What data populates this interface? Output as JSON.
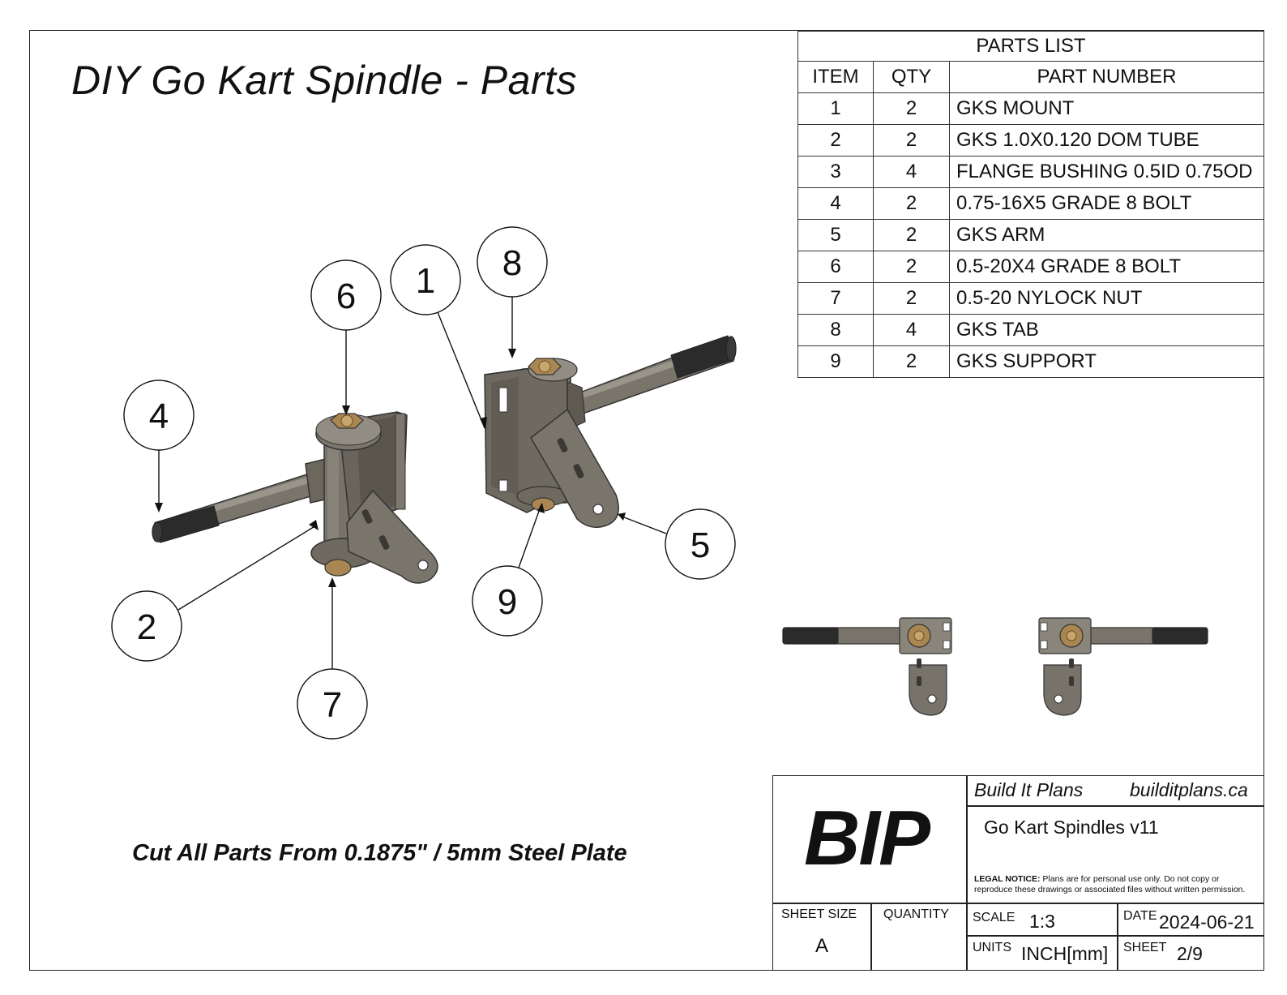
{
  "title": "DIY Go Kart Spindle - Parts",
  "note": "Cut All Parts From 0.1875\" / 5mm Steel Plate",
  "parts_list": {
    "heading": "PARTS LIST",
    "columns": [
      "ITEM",
      "QTY",
      "PART NUMBER"
    ],
    "rows": [
      {
        "item": "1",
        "qty": "2",
        "part": "GKS MOUNT"
      },
      {
        "item": "2",
        "qty": "2",
        "part": "GKS 1.0X0.120 DOM TUBE"
      },
      {
        "item": "3",
        "qty": "4",
        "part": "FLANGE BUSHING 0.5ID 0.75OD"
      },
      {
        "item": "4",
        "qty": "2",
        "part": "0.75-16X5 GRADE 8 BOLT"
      },
      {
        "item": "5",
        "qty": "2",
        "part": "GKS ARM"
      },
      {
        "item": "6",
        "qty": "2",
        "part": "0.5-20X4 GRADE 8 BOLT"
      },
      {
        "item": "7",
        "qty": "2",
        "part": "0.5-20 NYLOCK NUT"
      },
      {
        "item": "8",
        "qty": "4",
        "part": "GKS TAB"
      },
      {
        "item": "9",
        "qty": "2",
        "part": "GKS SUPPORT"
      }
    ]
  },
  "balloons": [
    "1",
    "2",
    "4",
    "5",
    "6",
    "7",
    "8",
    "9"
  ],
  "title_block": {
    "logo": "BIP",
    "company": "Build It Plans",
    "website": "builditplans.ca",
    "drawing_title": "Go Kart Spindles v11",
    "legal_label": "LEGAL NOTICE:",
    "legal_text": " Plans are for personal use only. Do not copy or reproduce these drawings or associated files without written permission.",
    "sheet_size_label": "SHEET SIZE",
    "sheet_size": "A",
    "quantity_label": "QUANTITY",
    "quantity": "",
    "scale_label": "SCALE",
    "scale": "1:3",
    "date_label": "DATE",
    "date": "2024-06-21",
    "units_label": "UNITS",
    "units": "INCH[mm]",
    "sheet_label": "SHEET",
    "sheet": "2/9"
  },
  "colors": {
    "steel": "#6f6a60",
    "steel_light": "#8b867b",
    "steel_dark": "#4a463f",
    "brass": "#b08a55",
    "thread": "#2a2a2a"
  }
}
